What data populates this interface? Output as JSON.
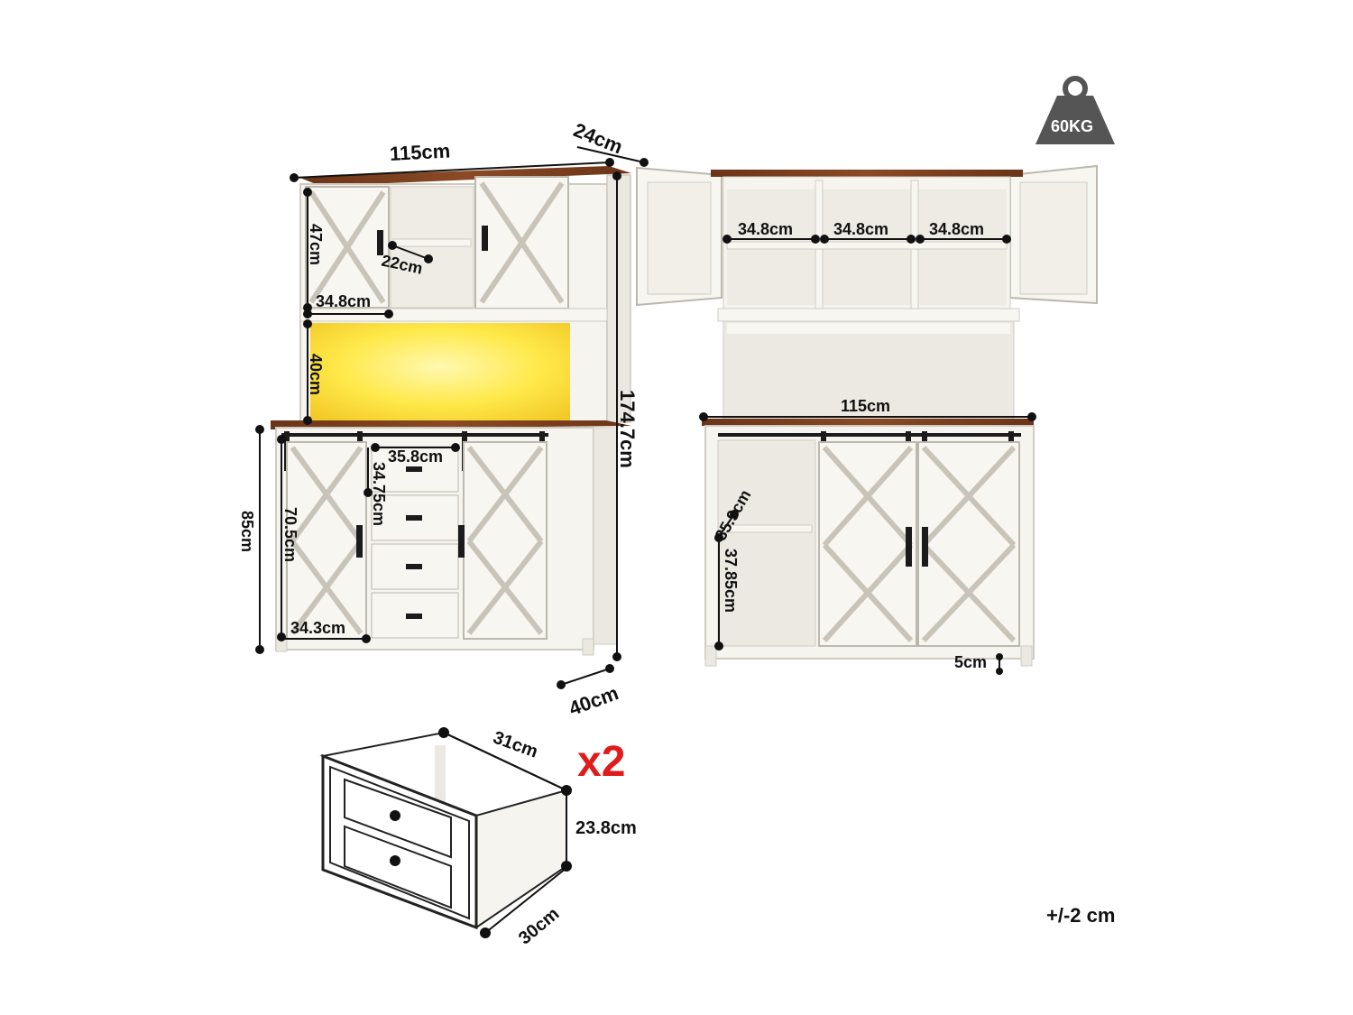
{
  "weight_badge": {
    "label": "60KG"
  },
  "tolerance": "+/-2 cm",
  "drawer_quantity": "x2",
  "colors": {
    "wood_top": "#7a3f1f",
    "cabinet_white": "#f6f4ef",
    "panel_line": "#d9d6cf",
    "hardware": "#1b1b1b",
    "led_glow": "#ffe94a",
    "badge_gray": "#555555",
    "quantity_red": "#e01b1b"
  },
  "left_view": {
    "width": "115cm",
    "depth_top": "24cm",
    "total_height": "174.7cm",
    "upper_door_height": "47cm",
    "upper_shelf_depth": "22cm",
    "upper_door_width": "34.8cm",
    "led_opening_height": "40cm",
    "base_height": "85cm",
    "door_height": "70.5cm",
    "drawer_width": "35.8cm",
    "drawer_stack_height": "34.75cm",
    "door_width": "34.3cm",
    "depth_bottom": "40cm"
  },
  "right_view": {
    "cubby_width_1": "34.8cm",
    "cubby_width_2": "34.8cm",
    "cubby_width_3": "34.8cm",
    "width": "115cm",
    "inner_depth": "35.9cm",
    "inner_height": "37.85cm",
    "leg_height": "5cm"
  },
  "drawer": {
    "depth": "31cm",
    "height": "23.8cm",
    "width": "30cm"
  }
}
